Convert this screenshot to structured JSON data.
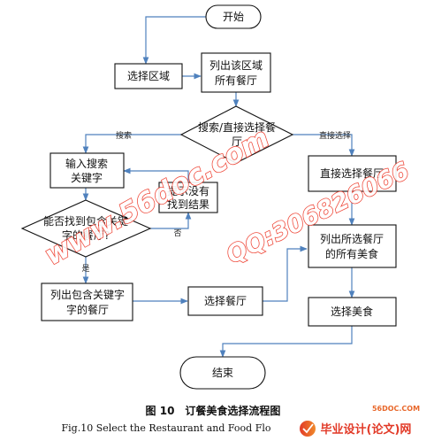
{
  "diagram": {
    "nodes": {
      "start": [
        "开始"
      ],
      "select_region": [
        "选择区域"
      ],
      "list_region": [
        "列出该区域",
        "所有餐厅"
      ],
      "decision_mode": [
        "搜索/直接选择餐",
        "厅"
      ],
      "input_keyword": [
        "输入搜索",
        "关键字"
      ],
      "prompt_none": [
        "提示没有",
        "找到结果"
      ],
      "decision_found": [
        "能否找到包含关键",
        "字的餐厅?"
      ],
      "list_keyword": [
        "列出包含关键字",
        "字的餐厅"
      ],
      "direct_select": [
        "直接选择餐厅"
      ],
      "list_foods": [
        "列出所选餐厅",
        "的所有美食"
      ],
      "select_restaurant": [
        "选择餐厅"
      ],
      "select_food": [
        "选择美食"
      ],
      "end": [
        "结束"
      ]
    },
    "edge_labels": {
      "search": "搜索",
      "direct": "直接选择",
      "no": "否",
      "yes": "是"
    }
  },
  "caption": {
    "cn": "图 10　订餐美食选择流程图",
    "en": "Fig.10 Select the Restaurant and Food Flo"
  },
  "watermarks": {
    "site": "www.56doc.com",
    "qq": "QQ:306826066"
  },
  "logo": {
    "url": "56DOC.COM",
    "name": "毕业设计(论文)网"
  }
}
